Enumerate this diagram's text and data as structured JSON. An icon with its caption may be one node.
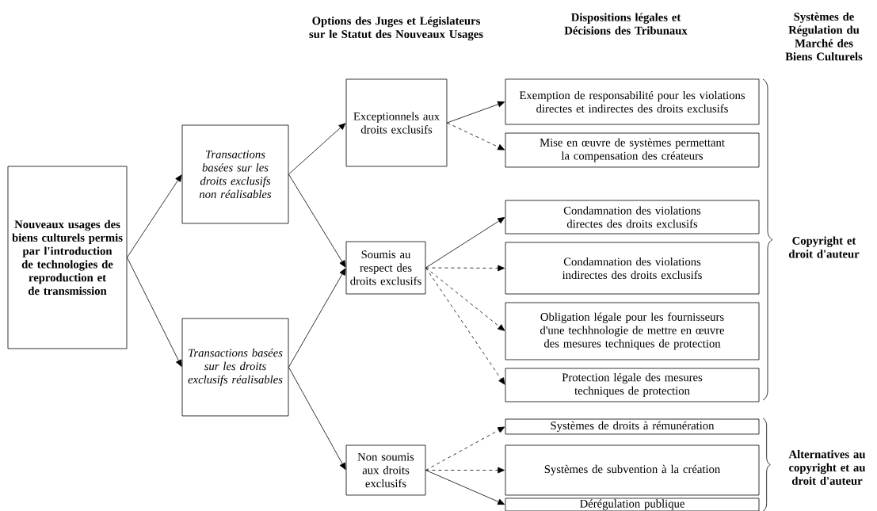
{
  "diagram": {
    "nodes": [
      {
        "text": [
          "Nouveaux usages des biens culturels permis par l'introduction de technologies de reproduction et de transmission"
        ]
      },
      {
        "text": [
          "Transactions basées sur les droits exclusifs non réalisables"
        ]
      },
      {
        "text": [
          "Transactions basées sur les droits exclusifs réalisables"
        ]
      },
      {
        "text": [
          "Exceptionnels aux droits exclusifs"
        ]
      },
      {
        "text": [
          "Soumis au respect des droits exclusifs"
        ]
      },
      {
        "text": [
          "Non soumis aux droits exclusifs"
        ]
      },
      {
        "text": [
          "Exemption de responsabilité pour les violations directes et indirectes des droits exclusifs"
        ]
      },
      {
        "text": [
          "Mise en œuvre de systèmes permettant la compensation des créateurs"
        ]
      },
      {
        "text": [
          "Condamnation des violations directes des droits exclusifs"
        ]
      },
      {
        "text": [
          "Condamnation des violations indirectes des droits exclusifs"
        ]
      },
      {
        "text": [
          "Obligation légale pour les fournisseurs d'une techhnologie de mettre en œuvre des mesures techniques de protection"
        ]
      },
      {
        "text": [
          "Protection légale des mesures techniques de protection"
        ]
      },
      {
        "text": [
          "Systèmes de droits à rémunération"
        ]
      },
      {
        "text": [
          "Systèmes de subvention à la création"
        ]
      },
      {
        "text": [
          "Dérégulation publique"
        ]
      }
    ],
    "edges": [
      {
        "from": 0,
        "to": 1,
        "arrow": "to"
      },
      {
        "from": 0,
        "to": 2,
        "arrow": "to"
      },
      {
        "from": 1,
        "to": 3,
        "arrow": "to"
      },
      {
        "from": 1,
        "to": 4,
        "arrow": "to"
      },
      {
        "from": 2,
        "to": 4,
        "arrow": "to"
      },
      {
        "from": 2,
        "to": 5,
        "arrow": "to"
      },
      {
        "from": 3,
        "to": 6,
        "arrow": "to"
      },
      {
        "from": 3,
        "to": 7,
        "arrow": "to",
        "style": "dashed"
      },
      {
        "from": 4,
        "to": 8,
        "arrow": "to"
      },
      {
        "from": 4,
        "to": 9,
        "arrow": "to",
        "style": "dashed"
      },
      {
        "from": 4,
        "to": 10,
        "arrow": "to",
        "style": "dashed"
      },
      {
        "from": 4,
        "to": 11,
        "arrow": "to",
        "style": "dashed"
      },
      {
        "from": 5,
        "to": 12,
        "arrow": "to",
        "style": "dashed"
      },
      {
        "from": 5,
        "to": 13,
        "arrow": "to",
        "style": "dashed"
      },
      {
        "from": 5,
        "to": 14,
        "arrow": "to"
      }
    ],
    "labels": [
      "Options des Juges et Législateurs sur le Statut des Nouveaux Usages",
      "Dispositions légales et Décisions des Tribunaux",
      "Systèmes de Régulation du Marché des Biens Culturels",
      "Copyright et droit d'auteur",
      "Alternatives au copyright et au droit d'auteur"
    ]
  }
}
